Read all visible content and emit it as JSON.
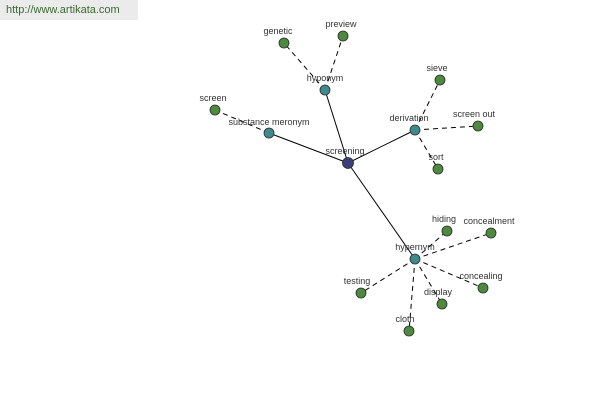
{
  "header": {
    "url": "http://www.artikata.com"
  },
  "colors": {
    "center_node": "#3a3f7c",
    "relation_node": "#3f8a8c",
    "leaf_node": "#4d8a3f",
    "edge": "#000000",
    "url_text": "#3b6a2f"
  },
  "graph": {
    "center": {
      "id": "screening",
      "label": "screening"
    },
    "relations": [
      {
        "id": "hyponym",
        "label": "hyponym"
      },
      {
        "id": "substance-meronym",
        "label": "substance meronym"
      },
      {
        "id": "derivation",
        "label": "derivation"
      },
      {
        "id": "hypernym",
        "label": "hypernym"
      }
    ],
    "leaves": [
      {
        "id": "genetic",
        "label": "genetic",
        "parent": "hyponym"
      },
      {
        "id": "preview",
        "label": "preview",
        "parent": "hyponym"
      },
      {
        "id": "screen",
        "label": "screen",
        "parent": "substance-meronym"
      },
      {
        "id": "sieve",
        "label": "sieve",
        "parent": "derivation"
      },
      {
        "id": "screen-out",
        "label": "screen out",
        "parent": "derivation"
      },
      {
        "id": "sort",
        "label": "sort",
        "parent": "derivation"
      },
      {
        "id": "hiding",
        "label": "hiding",
        "parent": "hypernym"
      },
      {
        "id": "concealment",
        "label": "concealment",
        "parent": "hypernym"
      },
      {
        "id": "concealing",
        "label": "concealing",
        "parent": "hypernym"
      },
      {
        "id": "display",
        "label": "display",
        "parent": "hypernym"
      },
      {
        "id": "testing",
        "label": "testing",
        "parent": "hypernym"
      },
      {
        "id": "cloth",
        "label": "cloth",
        "parent": "hypernym"
      }
    ]
  }
}
